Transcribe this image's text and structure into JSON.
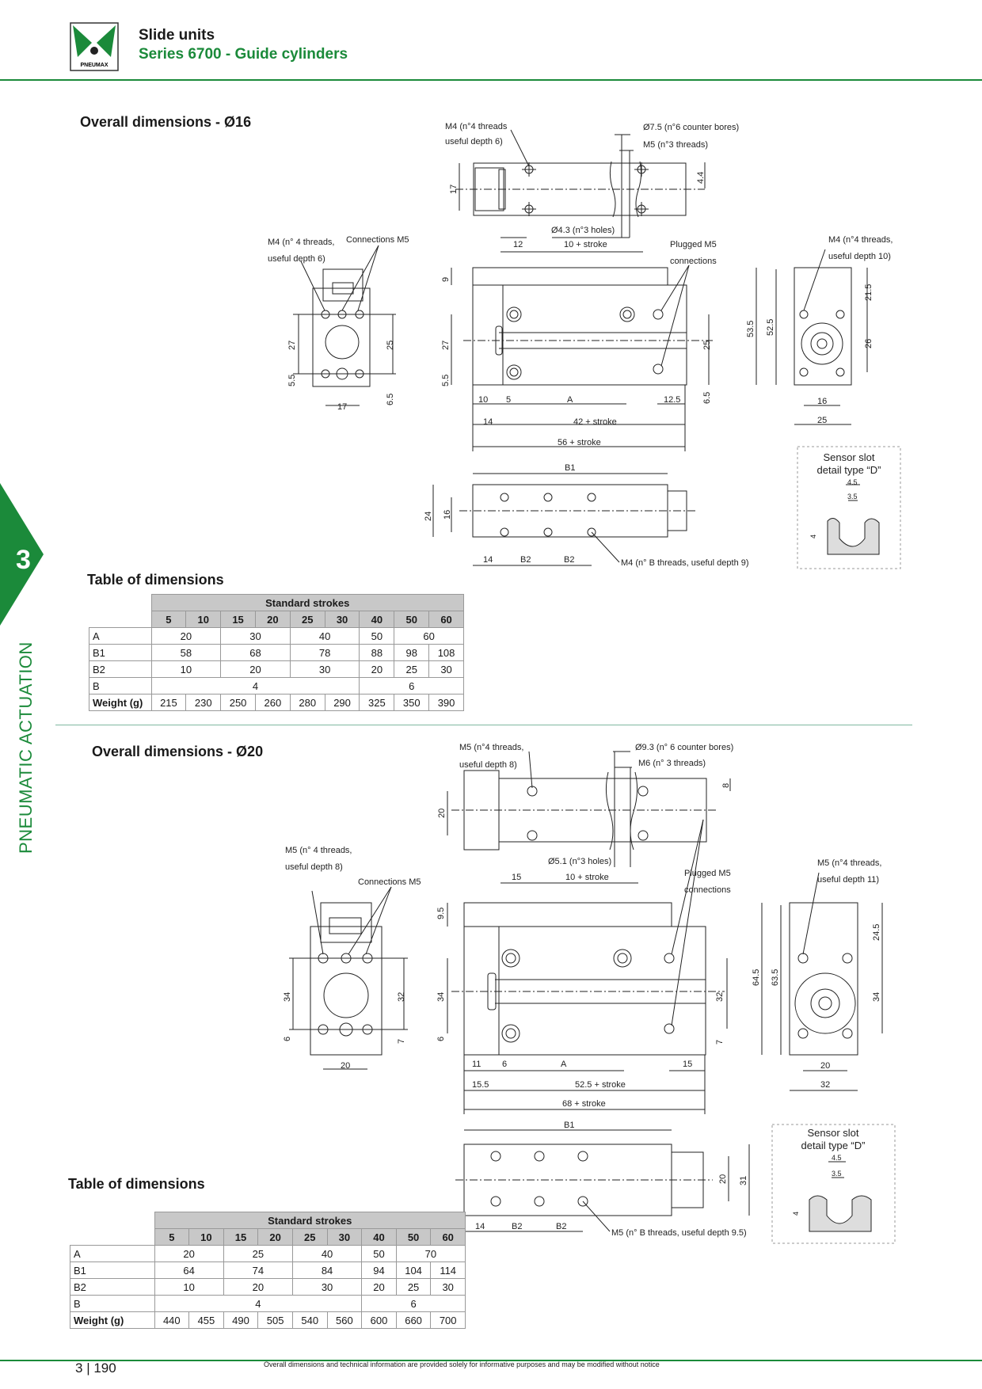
{
  "header": {
    "brand": "PNEUMAX",
    "title": "Slide units",
    "subtitle": "Series 6700 - Guide cylinders"
  },
  "sidebar": {
    "chapter": "3",
    "label": "PNEUMATIC ACTUATION"
  },
  "colors": {
    "accent": "#1b8a3a",
    "table_header": "#c8c8c8"
  },
  "section16": {
    "title": "Overall dimensions - Ø16",
    "table_title": "Table of dimensions",
    "labels": {
      "m4_4": "M4 (n°4 threads",
      "depth6": "useful depth 6)",
      "cb": "Ø7.5 (n°6 counter bores)",
      "m5_3": "M5 (n°3 threads)",
      "holes": "Ø4.3 (n°3 holes)",
      "stroke10": "10 + stroke",
      "d12": "12",
      "d17": "17",
      "d44": "4.4",
      "side_m4": "M4 (n° 4 threads,",
      "side_depth": "useful depth 6)",
      "conn": "Connections M5",
      "plugged": "Plugged M5",
      "plugged2": "connections",
      "r_m4": "M4 (n°4 threads,",
      "r_depth": "useful depth 10)",
      "d27": "27",
      "d25": "25",
      "d55": "5.5",
      "d65": "6.5",
      "d9": "9",
      "d10": "10",
      "d5": "5",
      "dA": "A",
      "d125": "12.5",
      "d14": "14",
      "s42": "42 + stroke",
      "s56": "56 + stroke",
      "d535": "53.5",
      "d525": "52.5",
      "d215": "21.5",
      "d26": "26",
      "d16": "16",
      "sensor1": "Sensor slot",
      "sensor2": "detail type “D”",
      "d45": "4.5",
      "d35": "3.5",
      "d4": "4",
      "B1": "B1",
      "B2": "B2",
      "d24": "24",
      "mb": "M4 (n° B threads, useful depth 9)"
    },
    "table": {
      "header": "Standard strokes",
      "strokes": [
        "5",
        "10",
        "15",
        "20",
        "25",
        "30",
        "40",
        "50",
        "60"
      ],
      "rows": {
        "A": {
          "label": "A",
          "v": [
            "20",
            "30",
            "40",
            "50",
            "60"
          ]
        },
        "B1": {
          "label": "B1",
          "v": [
            "58",
            "68",
            "78",
            "88",
            "98",
            "108"
          ]
        },
        "B2": {
          "label": "B2",
          "v": [
            "10",
            "20",
            "30",
            "20",
            "25",
            "30"
          ]
        },
        "B": {
          "label": "B",
          "v": [
            "4",
            "6"
          ]
        },
        "W": {
          "label": "Weight (g)",
          "v": [
            "215",
            "230",
            "250",
            "260",
            "280",
            "290",
            "325",
            "350",
            "390"
          ]
        }
      }
    }
  },
  "section20": {
    "title": "Overall dimensions - Ø20",
    "table_title": "Table of dimensions",
    "labels": {
      "m5_4": "M5 (n°4 threads,",
      "depth8": "useful depth 8)",
      "cb": "Ø9.3 (n° 6 counter bores)",
      "m6_3": "M6 (n° 3 threads)",
      "holes": "Ø5.1 (n°3 holes)",
      "stroke10": "10 + stroke",
      "d15": "15",
      "d20": "20",
      "d8": "8",
      "side_m5": "M5 (n° 4 threads,",
      "side_depth": "useful depth 8)",
      "conn": "Connections M5",
      "plugged": "Plugged M5",
      "plugged2": "connections",
      "r_m5": "M5 (n°4 threads,",
      "r_depth": "useful depth 11)",
      "d34": "34",
      "d32": "32",
      "d6": "6",
      "d7": "7",
      "d95": "9.5",
      "d11": "11",
      "dA": "A",
      "d155": "15.5",
      "s525": "52.5 + stroke",
      "s68": "68 + stroke",
      "d645": "64.5",
      "d635": "63.5",
      "d245": "24.5",
      "sensor1": "Sensor slot",
      "sensor2": "detail type “D”",
      "d45": "4.5",
      "d35": "3.5",
      "d4": "4",
      "B1": "B1",
      "B2": "B2",
      "d14": "14",
      "d31": "31",
      "mb": "M5 (n° B threads, useful depth 9.5)"
    },
    "table": {
      "header": "Standard strokes",
      "strokes": [
        "5",
        "10",
        "15",
        "20",
        "25",
        "30",
        "40",
        "50",
        "60"
      ],
      "rows": {
        "A": {
          "label": "A",
          "v": [
            "20",
            "25",
            "40",
            "50",
            "70"
          ]
        },
        "B1": {
          "label": "B1",
          "v": [
            "64",
            "74",
            "84",
            "94",
            "104",
            "114"
          ]
        },
        "B2": {
          "label": "B2",
          "v": [
            "10",
            "20",
            "30",
            "20",
            "25",
            "30"
          ]
        },
        "B": {
          "label": "B",
          "v": [
            "4",
            "6"
          ]
        },
        "W": {
          "label": "Weight (g)",
          "v": [
            "440",
            "455",
            "490",
            "505",
            "540",
            "560",
            "600",
            "660",
            "700"
          ]
        }
      }
    }
  },
  "footer": {
    "page_chapter": "3",
    "page_number": "190",
    "note": "Overall dimensions and technical information are provided solely for informative purposes and may be modified without notice"
  }
}
